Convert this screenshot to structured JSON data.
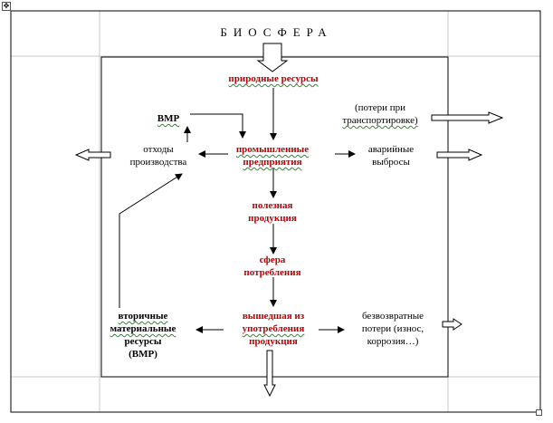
{
  "title": "БИОСФЕРА",
  "nodes": {
    "natural_resources": "природные ресурсы",
    "transport_losses_line1": "(потери при",
    "transport_losses_line2": "транспортировке)",
    "bmr_top": "ВМР",
    "production_waste_line1": "отходы",
    "production_waste_line2": "производства",
    "industrial_enterprises_line1": "промышленные",
    "industrial_enterprises_line2": "предприятия",
    "emergency_emissions_line1": "аварийные",
    "emergency_emissions_line2": "выбросы",
    "useful_products_line1": "полезная",
    "useful_products_line2": "продукция",
    "consumption_sphere_line1": "сфера",
    "consumption_sphere_line2": "потребления",
    "secondary_resources_line1": "вторичные",
    "secondary_resources_line2": "материальные",
    "secondary_resources_line3": "ресурсы",
    "secondary_resources_line4": "(ВМР)",
    "out_of_use_line1": "вышедшая из",
    "out_of_use_line2": "употребления",
    "out_of_use_line3": "продукция",
    "irreversible_losses_line1": "безвозвратные",
    "irreversible_losses_line2": "потери (износ,",
    "irreversible_losses_line3": "коррозия…)"
  },
  "colors": {
    "accent_red": "#c00000",
    "spellcheck_green": "#2e8b2e",
    "grid_gray": "#c8c8c8"
  }
}
